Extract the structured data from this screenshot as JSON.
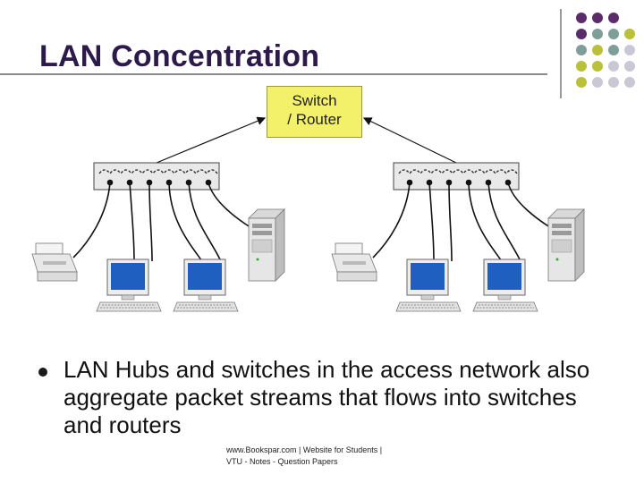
{
  "slide": {
    "title": "LAN Concentration",
    "router_label_line1": "Switch",
    "router_label_line2": "/ Router",
    "bullet": "LAN Hubs and switches in the access network also aggregate packet streams that flows into switches and routers",
    "footer_line1": "www.Bookspar.com | Website for Students |",
    "footer_line2": "VTU - Notes - Question Papers"
  },
  "colors": {
    "title": "#2b1a4a",
    "router_fill": "#f3f16a",
    "dot_purple": "#5a2d6a",
    "dot_teal": "#7f9e9a",
    "dot_olive": "#b9c03a",
    "dot_grey": "#c9c9d6",
    "monitor_screen": "#1f5fbf"
  },
  "icons": [
    "hub-icon",
    "printer-icon",
    "monitor-icon",
    "keyboard-icon",
    "tower-computer-icon"
  ]
}
